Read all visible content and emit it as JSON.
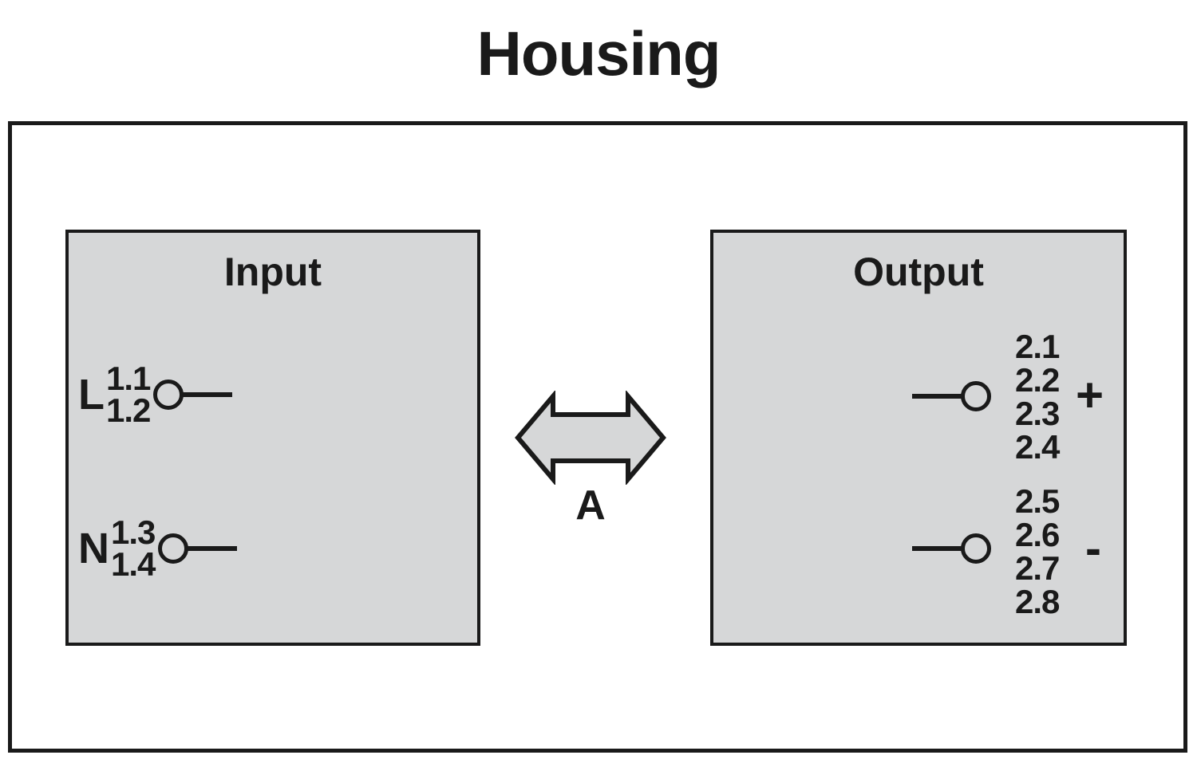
{
  "diagram": {
    "title": "Housing",
    "colors": {
      "stroke": "#1a1a1a",
      "block_fill": "#d6d7d8",
      "background": "#ffffff"
    }
  },
  "input_block": {
    "title": "Input",
    "terminals": [
      {
        "id": "L",
        "letter": "L",
        "pins": [
          "1.1",
          "1.2"
        ]
      },
      {
        "id": "N",
        "letter": "N",
        "pins": [
          "1.3",
          "1.4"
        ]
      }
    ]
  },
  "output_block": {
    "title": "Output",
    "terminals": [
      {
        "id": "plus",
        "polarity": "+",
        "pins": [
          "2.1",
          "2.2",
          "2.3",
          "2.4"
        ]
      },
      {
        "id": "minus",
        "polarity": "-",
        "pins": [
          "2.5",
          "2.6",
          "2.7",
          "2.8"
        ]
      }
    ]
  },
  "arrow": {
    "label": "A",
    "direction": "bidirectional"
  }
}
